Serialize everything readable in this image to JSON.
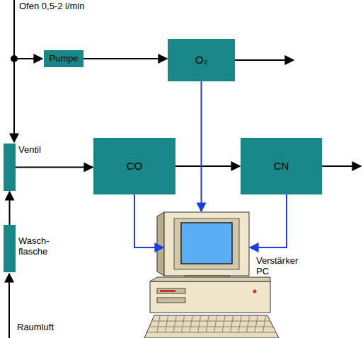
{
  "diagram": {
    "nodes": [
      {
        "text": [
          "Pumpe"
        ]
      },
      {
        "text": [
          "O₂"
        ]
      },
      {
        "text": [
          "Ventil"
        ]
      },
      {
        "text": [
          "CO"
        ]
      },
      {
        "text": [
          "CN"
        ]
      },
      {
        "text": [
          "Wasch- flasche"
        ]
      },
      {
        "text": [
          "Verstärker PC"
        ]
      }
    ],
    "edges": [
      {
        "from": 0,
        "to": 1,
        "arrow": "to"
      },
      {
        "from": 2,
        "to": 3,
        "arrow": "to"
      },
      {
        "from": 3,
        "to": 4,
        "arrow": "to"
      },
      {
        "from": 5,
        "to": 2,
        "arrow": "to"
      },
      {
        "from": 1,
        "to": 6,
        "arrow": "to"
      },
      {
        "from": 3,
        "to": 6,
        "arrow": "to"
      },
      {
        "from": 4,
        "to": 6,
        "arrow": "to"
      }
    ],
    "labels": [
      "Ofen 0,5-2 l/min",
      "Raumluft"
    ]
  }
}
